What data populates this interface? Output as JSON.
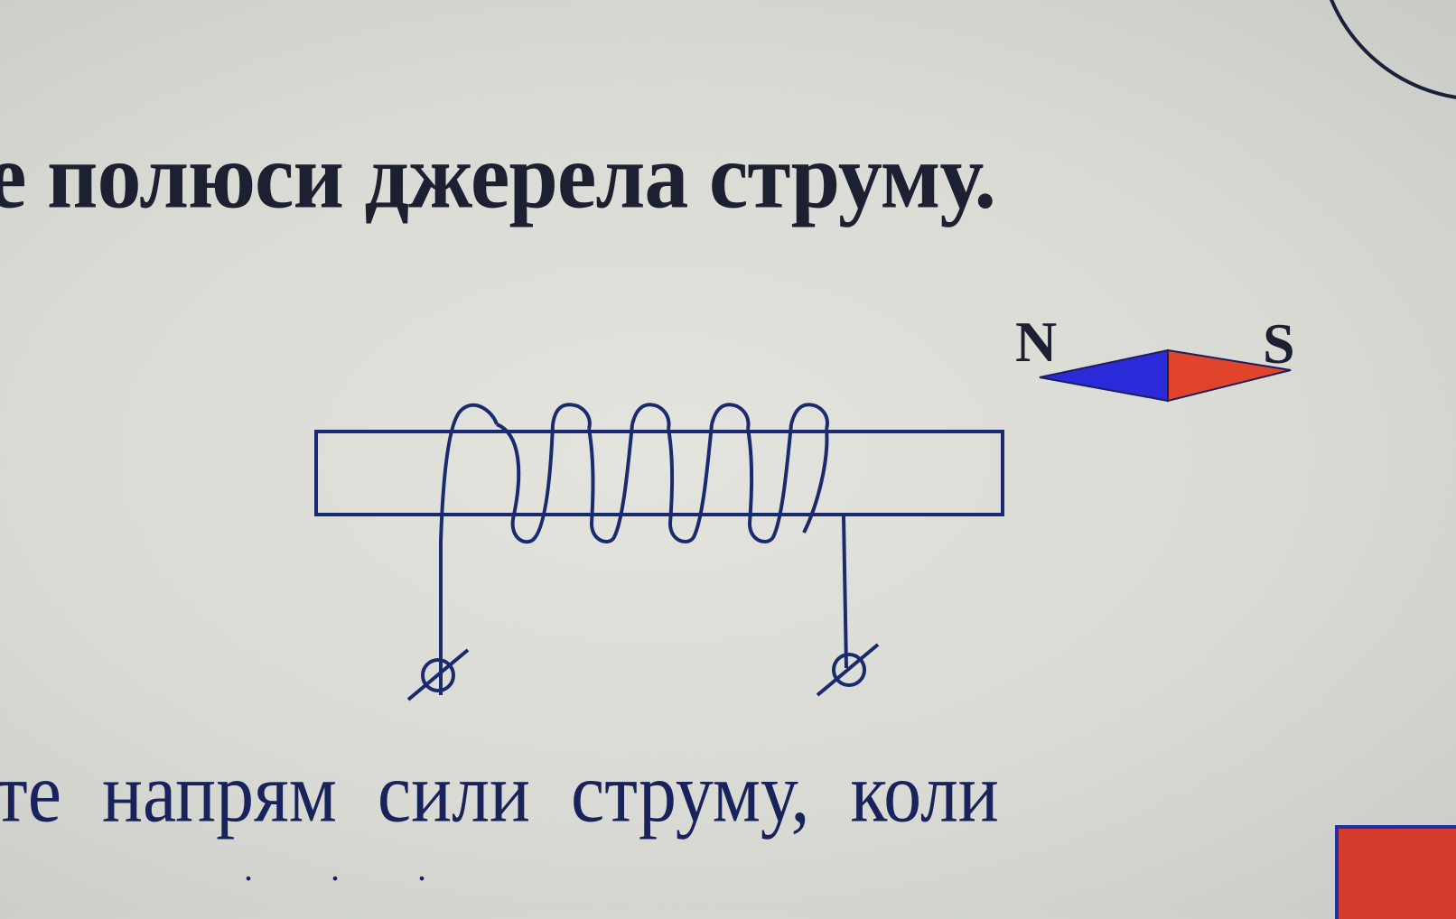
{
  "text": {
    "line1": "е полюси джерела струму.",
    "line2": "те напрям сили струму, коли",
    "line3_fragment": ". . ."
  },
  "diagram": {
    "compass": {
      "north_label": "N",
      "south_label": "S",
      "north_color": "#2a2ad8",
      "south_color": "#e0452c"
    },
    "coil_turns": 5,
    "terminal_symbol": "⌀"
  }
}
